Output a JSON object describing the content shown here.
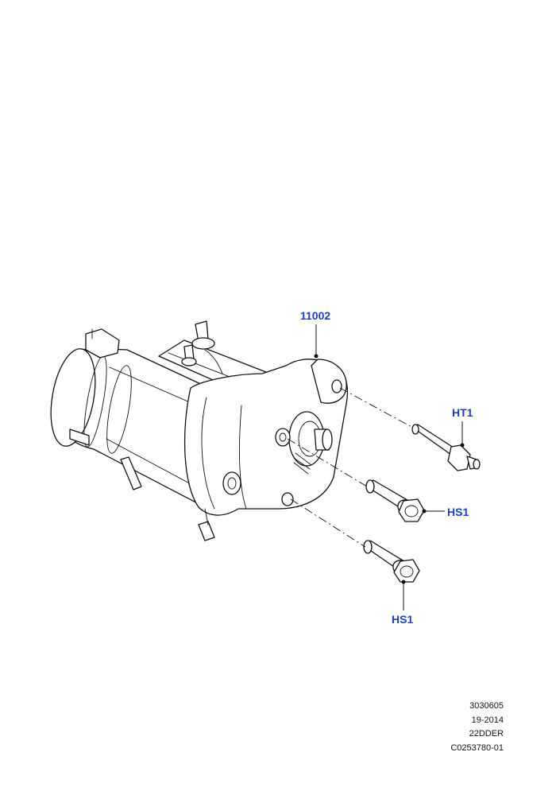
{
  "callouts": {
    "starter_motor": "11002",
    "stud": "HT1",
    "bolt_upper": "HS1",
    "bolt_lower": "HS1"
  },
  "reference": {
    "line1": "3030605",
    "line2": "19-2014",
    "line3": "22DDER",
    "line4": "C0253780-01"
  },
  "colors": {
    "callout": "#1f3fbf",
    "line": "#111111",
    "background": "#ffffff"
  }
}
